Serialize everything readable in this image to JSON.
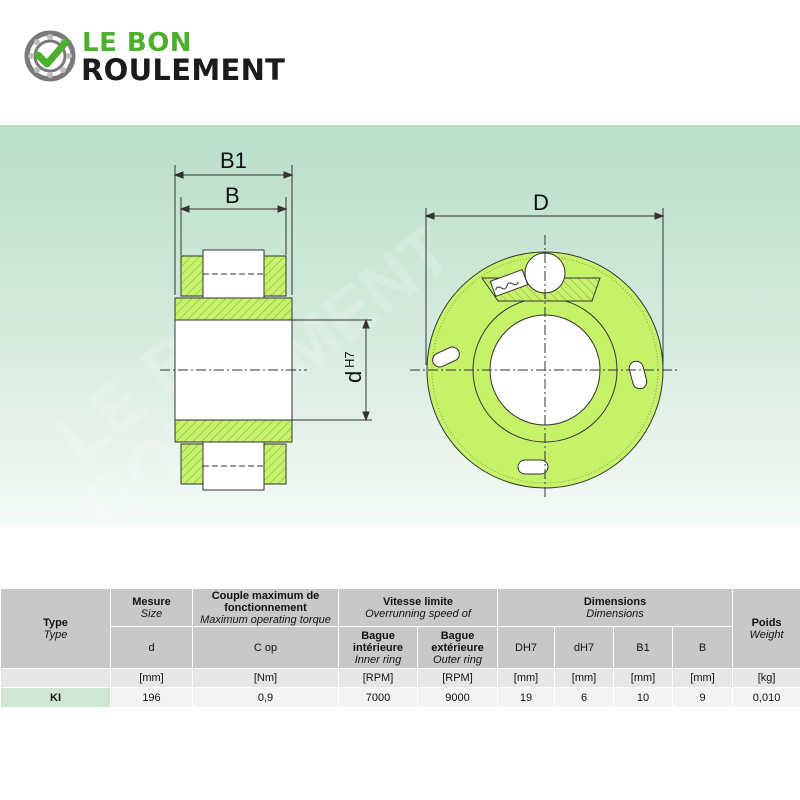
{
  "brand": {
    "line1": "LE BON",
    "line2": "ROULEMENT",
    "accent_color": "#4caf2e",
    "icon": "check-bearing-icon"
  },
  "watermark": {
    "line1": "LE BON",
    "line2": "ROULEMENT"
  },
  "drawing": {
    "fill_color": "#c6f26a",
    "labels": {
      "b1": "B1",
      "b": "B",
      "d_outer": "D",
      "d_bore": "d",
      "d_bore_tol": "H7"
    }
  },
  "table": {
    "headers": {
      "type": "Type",
      "type_en": "Type",
      "mesure": "Mesure",
      "mesure_en": "Size",
      "couple": "Couple maximum de fonctionnement",
      "couple_en": "Maximum operating torque",
      "vitesse": "Vitesse limite",
      "vitesse_en": "Overrunning speed of",
      "dimensions": "Dimensions",
      "dimensions_en": "Dimensions",
      "poids": "Poids",
      "poids_en": "Weight",
      "d": "d",
      "cop": "C op",
      "bague_int": "Bague intérieure",
      "bague_int_en": "Inner ring",
      "bague_ext": "Bague extérieure",
      "bague_ext_en": "Outer ring",
      "dh7_upper": "DH7",
      "dh7_lower": "dH7",
      "b1": "B1",
      "b": "B"
    },
    "units": {
      "mesure": "[mm]",
      "couple": "[Nm]",
      "vit_int": "[RPM]",
      "vit_ext": "[RPM]",
      "dh7_upper": "[mm]",
      "dh7_lower": "[mm]",
      "b1": "[mm]",
      "b": "[mm]",
      "poids": "[kg]"
    },
    "row": {
      "type": "KI",
      "mesure": "196",
      "couple": "0,9",
      "vit_int": "7000",
      "vit_ext": "9000",
      "dh7_upper": "19",
      "dh7_lower": "6",
      "b1": "10",
      "b": "9",
      "poids": "0,010"
    }
  }
}
